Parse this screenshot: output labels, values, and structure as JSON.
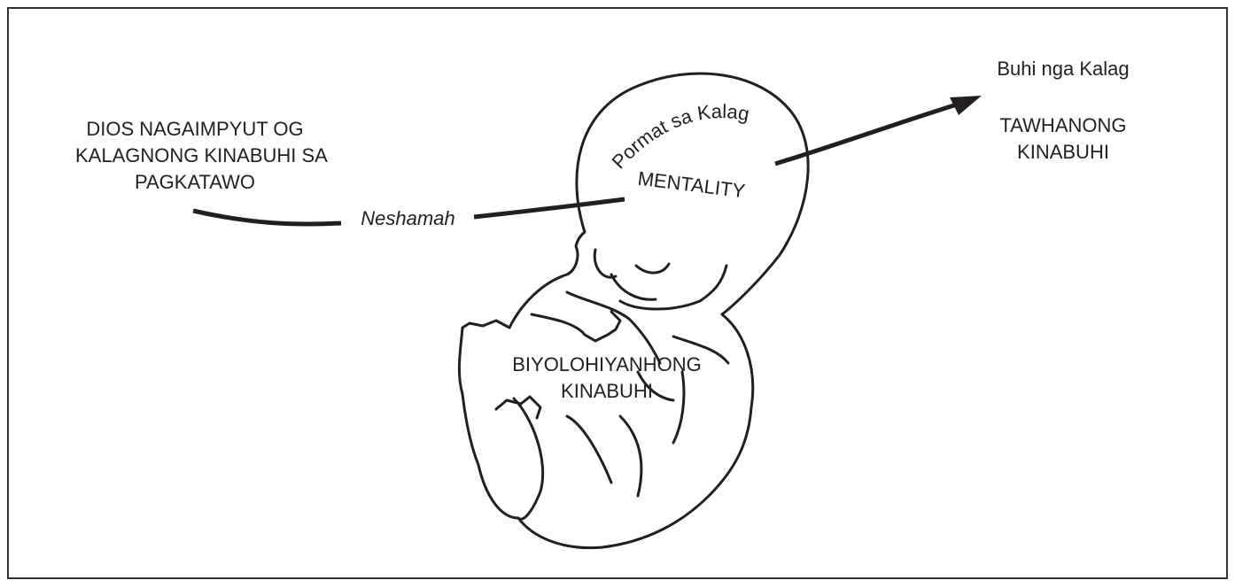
{
  "left_text": {
    "line1": "DIOS NAGAIMPYUT OG",
    "line2": "KALAGNONG KINABUHI SA",
    "line3": "PAGKATAWO"
  },
  "arrow_label": "Neshamah",
  "arc_label": "Pormat sa Kalag",
  "head_label": "MENTALITY",
  "body_label": {
    "line1": "BIYOLOHIYANHONG",
    "line2": "KINABUHI"
  },
  "right_text": {
    "title": "Buhi nga Kalag",
    "line1": "TAWHANONG",
    "line2": "KINABUHI"
  },
  "colors": {
    "ink": "#231f20",
    "border": "#333333"
  }
}
